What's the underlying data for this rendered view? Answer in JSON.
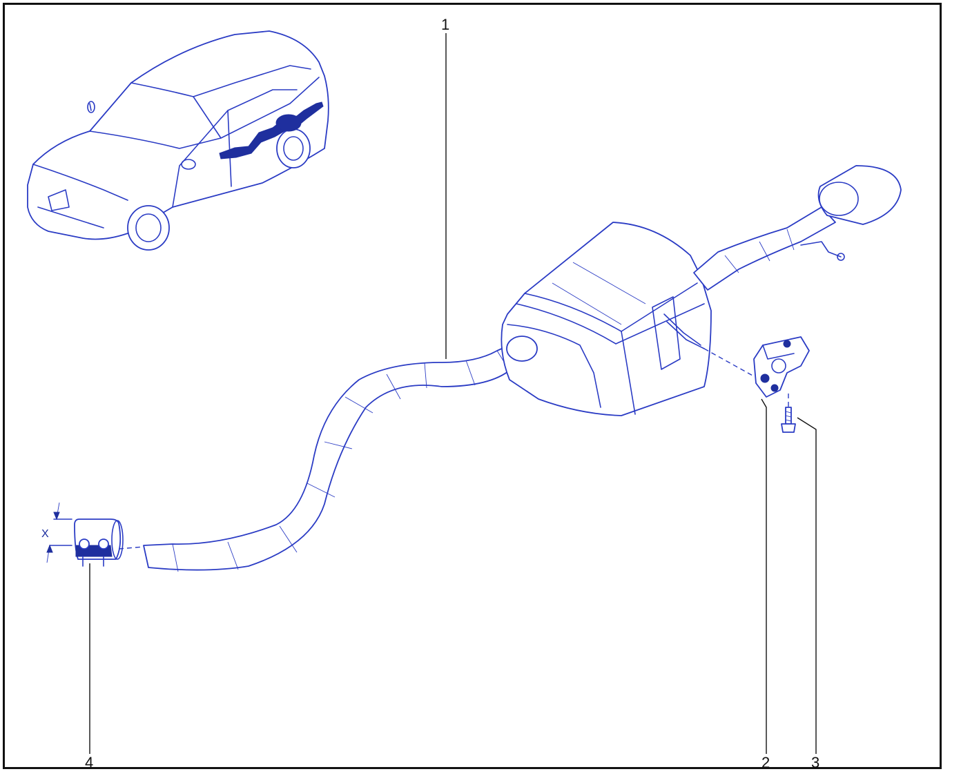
{
  "callouts": [
    {
      "id": "1",
      "label": "1"
    },
    {
      "id": "2",
      "label": "2"
    },
    {
      "id": "3",
      "label": "3"
    },
    {
      "id": "4",
      "label": "4"
    }
  ],
  "dimension": {
    "label": "X"
  },
  "colors": {
    "ink": "#2a3bc4",
    "frame": "#111111",
    "leader": "#111111"
  }
}
